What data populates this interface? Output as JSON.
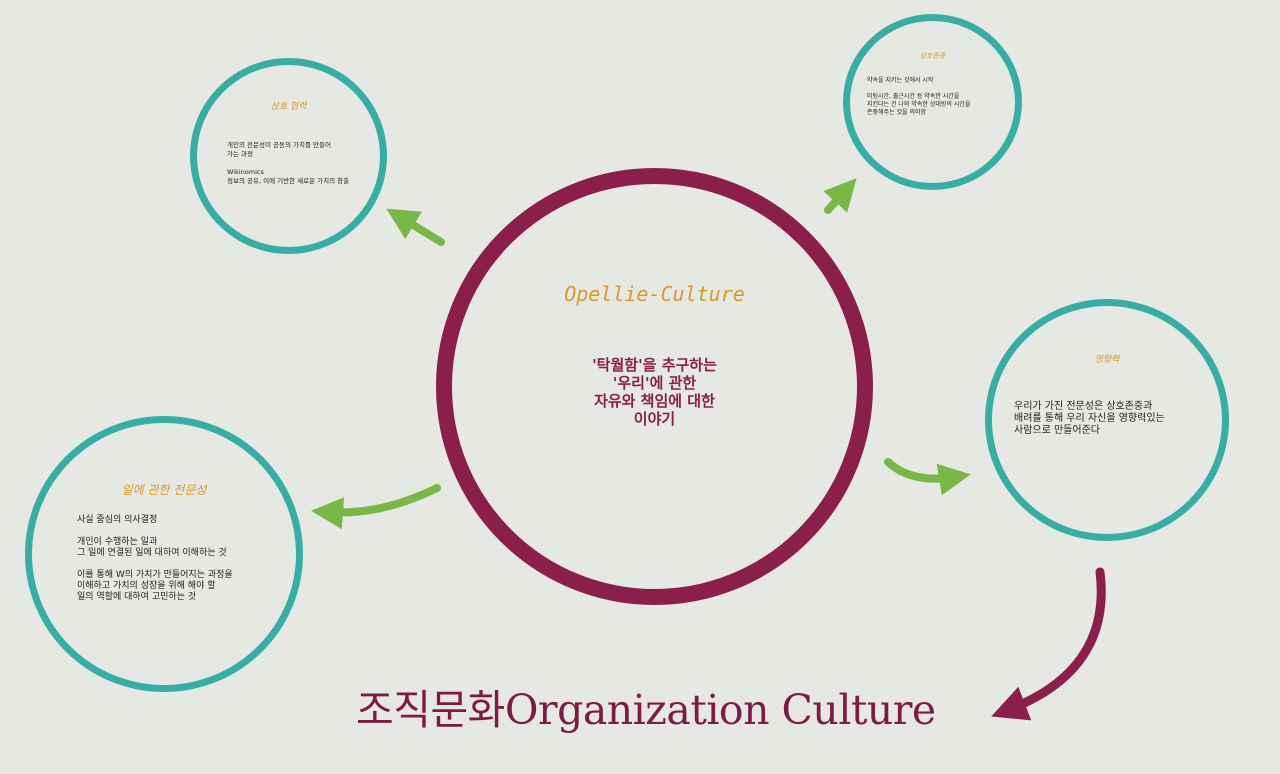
{
  "center": {
    "title": "Opellie-Culture",
    "text": "'탁월함'을 추구하는\n'우리'에 관한\n자유와 책임에 대한\n이야기"
  },
  "top_left": {
    "title": "상호 협력",
    "text": "개인의 전문성이 공동의 가치를 만들어\n가는 과정\n\nWikinomics\n정보의 공유, 이에 기반한 새로운 가치의 창출"
  },
  "top_right": {
    "title": "상호존중",
    "text": "약속을 지키는 것에서 시작\n\n미팅시간, 출근시간 등 약속한 시간을\n지킨다는 건 나와 약속한 상대방의 시간을\n존중해주는 것을 의미함"
  },
  "right": {
    "title": "영향력",
    "text": "우리가 가진 전문성은 상호존중과\n배려를 통해 우리 자신을 영향력있는\n사람으로 만들어준다"
  },
  "left": {
    "title": "일에 관한 전문성",
    "text": "사실 중심의 의사결정\n\n개인이 수행하는 일과\n그 일에 연결된 일에 대하여 이해하는 것\n\n이를 통해 W의 가치가 만들어지는 과정을\n이해하고 가치의 성장을 위해 해야 할\n일의 역할에 대하여 고민하는 것"
  },
  "main_title": "조직문화Organization Culture",
  "colors": {
    "background": "#e5e8e3",
    "teal": "#39aca4",
    "maroon": "#8b1f4b",
    "gold": "#d9982a",
    "arrow_green": "#7ab648"
  }
}
